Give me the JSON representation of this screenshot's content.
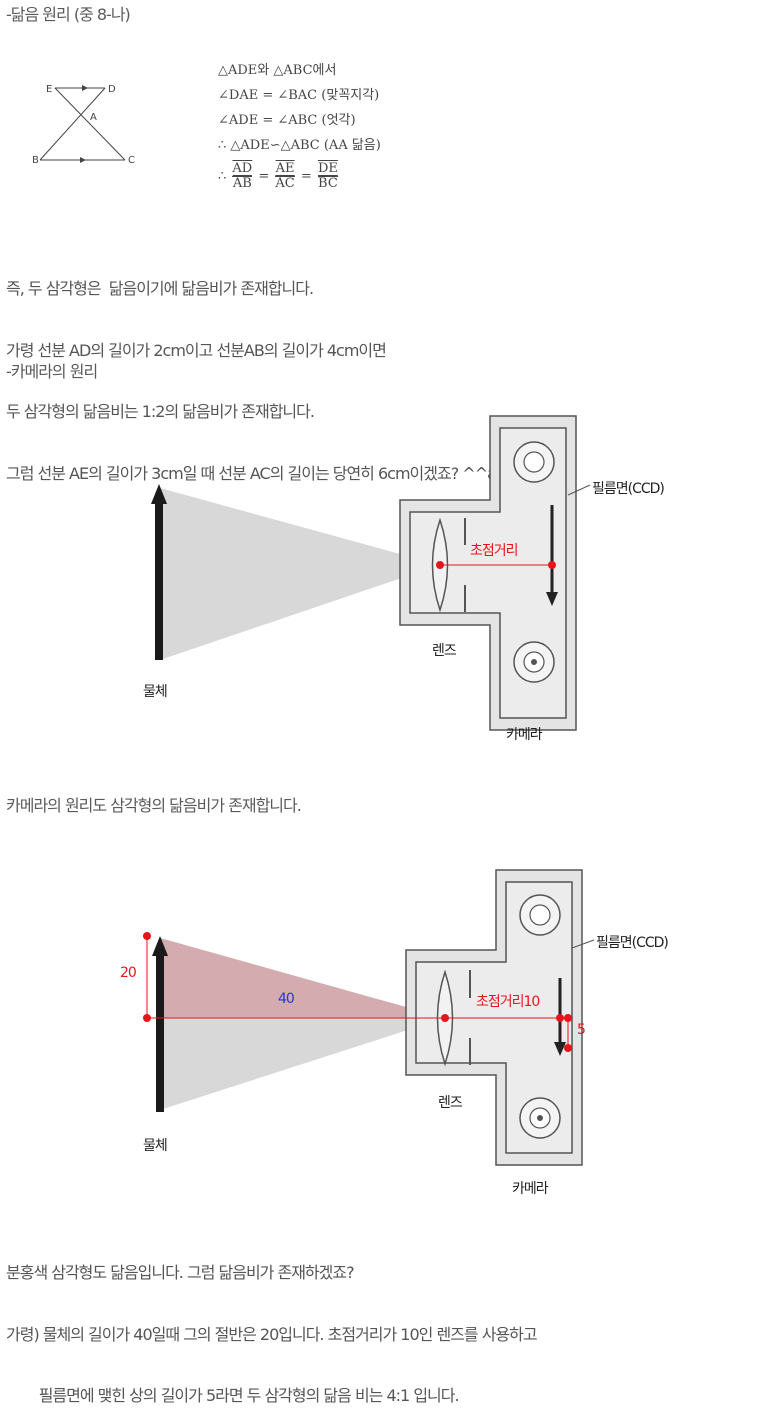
{
  "section1": {
    "heading": "-닮음 원리 (중 8-나)",
    "figure_labels": {
      "E": "E",
      "D": "D",
      "A": "A",
      "B": "B",
      "C": "C"
    },
    "proof_lines": [
      "△ADE와 △ABC에서",
      "∠DAE = ∠BAC  (맞꼭지각)",
      "∠ADE = ∠ABC  (엇각)",
      "∴ △ADE∽△ABC  (AA 닮음)"
    ],
    "ratio_prefix": "∴",
    "ratio": [
      {
        "num": "AD",
        "den": "AB"
      },
      {
        "num": "AE",
        "den": "AC"
      },
      {
        "num": "DE",
        "den": "BC"
      }
    ],
    "eq": "=",
    "paragraph": [
      "즉, 두 삼각형은  닮음이기에 닮음비가 존재합니다.",
      "가령 선분 AD의 길이가 2cm이고 선분AB의 길이가 4cm이면",
      "두 삼각형의 닮음비는 1:2의 닮음비가 존재합니다.",
      "그럼 선분 AE의 길이가 3cm일 때 선분 AC의 길이는 당연히 6cm이겠죠? ^^a"
    ]
  },
  "section2": {
    "heading": "-카메라의 원리",
    "diagram1": {
      "object": "물체",
      "lens": "렌즈",
      "camera": "카메라",
      "film": "필름면(CCD)",
      "focal": "초점거리"
    },
    "caption": "카메라의  원리도 삼각형의  닮음비가 존재합니다.",
    "diagram2": {
      "object": "물체",
      "lens": "렌즈",
      "camera": "카메라",
      "film": "필름면(CCD)",
      "focal": "초점거리10",
      "height": "20",
      "distance": "40",
      "image": "5"
    },
    "paragraph": [
      "분홍색 삼각형도 닮음입니다. 그럼 닮음비가 존재하겠죠?",
      "가령) 물체의 길이가 40일때 그의 절반은 20입니다. 초점거리가 10인 렌즈를 사용하고",
      "        필름면에 맺힌 상의 길이가 5라면 두 삼각형의 닮음 비는 4:1 입니다."
    ]
  },
  "colors": {
    "red": "#e8141b",
    "blue": "#2638c8",
    "pink": "#c97f84",
    "gray": "#555555"
  }
}
